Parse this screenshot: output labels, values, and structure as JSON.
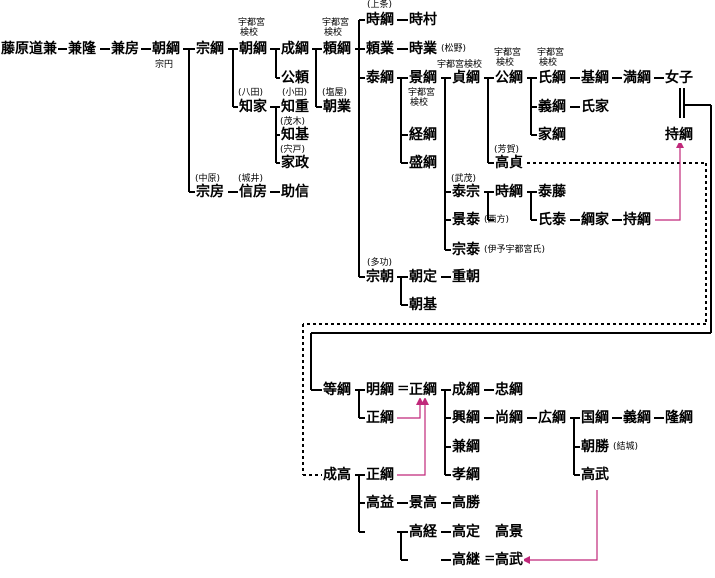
{
  "names": {
    "fujiwara_michikane": "藤原道兼",
    "kanetaka": "兼隆",
    "kanefusa": "兼房",
    "tomotsuna": "朝綱",
    "munetsuna_1": "宗綱",
    "tomotsuna_2": "朝綱",
    "naritsuna": "成綱",
    "yoritsuna": "頼綱",
    "tokitsuna": "時綱",
    "tokimura": "時村",
    "yorinari": "頼業",
    "tokinari": "時業",
    "yasutsuna": "泰綱",
    "kagetsuna": "景綱",
    "sadatsuna": "貞綱",
    "kintsuna": "公綱",
    "ujitsuna": "氏綱",
    "mototsuna": "基綱",
    "mitsutsuna": "満綱",
    "joshi": "女子",
    "kinyori": "公頼",
    "tomonari": "朝業",
    "tomoie": "知家",
    "tomoshige": "知重",
    "tomomoto": "知基",
    "iemasa": "家政",
    "yoshitsuna": "義綱",
    "ujiie": "氏家",
    "ietsuna": "家綱",
    "mochitsuna": "持綱",
    "tsunetsuna": "経綱",
    "moritsuna": "盛綱",
    "takasada": "高貞",
    "munefusa": "宗房",
    "nobufusa": "信房",
    "sukenobu": "助信",
    "yasumune": "泰宗",
    "tokitsuna_2": "時綱",
    "yasufuji": "泰藤",
    "ujiyasu": "氏泰",
    "tsunaie": "綱家",
    "mochitsuna_2": "持綱",
    "kageyasu": "景泰",
    "muneyasu": "宗泰",
    "munetomo": "宗朝",
    "tomosada": "朝定",
    "shigetomo": "重朝",
    "tomomoto_2": "朝基",
    "hitotsuna": "等綱",
    "akitsuna": "明綱",
    "masatsuna": "正綱",
    "naritsuna_2": "成綱",
    "tadatsuna": "忠綱",
    "masatsuna_2": "正綱",
    "okitsuna": "興綱",
    "hisatsuna": "尚綱",
    "hirotsuna": "広綱",
    "kunitsuna": "国綱",
    "yoshitsuna_2": "義綱",
    "takatsuna": "隆綱",
    "kanetsuna": "兼綱",
    "takatsuna_2": "孝綱",
    "tomokatsu": "朝勝",
    "naritaka": "成高",
    "masatsuna_3": "正綱",
    "takatake": "高武",
    "takamasu": "高益",
    "kagetaka": "景高",
    "takakatsu": "高勝",
    "takatsune": "高経",
    "takasada_2": "高定",
    "takakage": "高景",
    "takatsugu": "高継",
    "takatake_2": "高武"
  },
  "annotations": {
    "soen": "宗円",
    "utsunomiya_kengyo_1a": "宇都宮",
    "utsunomiya_kengyo_1b": "検校",
    "utsunomiya_kengyo_2a": "宇都宮",
    "utsunomiya_kengyo_2b": "検校",
    "kamijo": "(上条)",
    "matsuno": "(松野)",
    "utsunomiya_kengyo_3": "宇都宮検校",
    "utsunomiya_kengyo_4a": "宇都宮",
    "utsunomiya_kengyo_4b": "検校",
    "utsunomiya_kengyo_5a": "宇都宮",
    "utsunomiya_kengyo_5b": "検校",
    "yada": "(八田)",
    "oda": "(小田)",
    "shioya": "(塩屋)",
    "utsunomiya_kengyo_6a": "宇都宮",
    "utsunomiya_kengyo_6b": "検校",
    "motegi": "(茂木)",
    "shishido": "(宍戸)",
    "haga": "(芳賀)",
    "nakahara": "(中原)",
    "shiroi": "(城井)",
    "takeshige": "(武茂)",
    "nishikata": "(西方)",
    "iyo_utsunomiya": "(伊予宇都宮氏)",
    "tako": "(多功)",
    "yuki": "(結城)"
  },
  "equals": "＝"
}
